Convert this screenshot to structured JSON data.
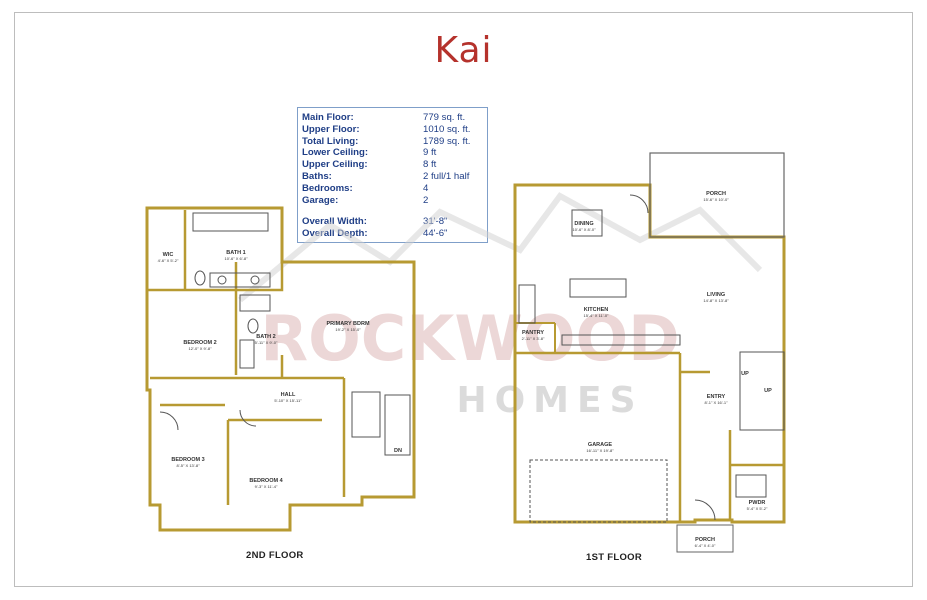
{
  "title": "Kai",
  "specs": [
    {
      "label": "Main Floor:",
      "value": "779 sq. ft."
    },
    {
      "label": "Upper Floor:",
      "value": "1010 sq. ft."
    },
    {
      "label": "Total Living:",
      "value": "1789 sq. ft."
    },
    {
      "label": "Lower Ceiling:",
      "value": "9 ft"
    },
    {
      "label": "Upper Ceiling:",
      "value": "8 ft"
    },
    {
      "label": "Baths:",
      "value": "2 full/1 half"
    },
    {
      "label": "Bedrooms:",
      "value": "4"
    },
    {
      "label": "Garage:",
      "value": "2"
    }
  ],
  "dims": [
    {
      "label": "Overall Width:",
      "value": "31'-8\""
    },
    {
      "label": "Overall Depth:",
      "value": "44'-6\""
    }
  ],
  "floors": {
    "second": "2ND FLOOR",
    "first": "1ST FLOOR"
  },
  "watermark": {
    "top": "ROCKWOOD",
    "bottom": "HOMES"
  },
  "second_floor_rooms": [
    {
      "name": "WIC",
      "dim": "4'-6\" X 5'-2\""
    },
    {
      "name": "BATH 1",
      "dim": "10'-6\" X 6'-8\""
    },
    {
      "name": "BEDROOM 2",
      "dim": "12'-0\" X 9'-8\""
    },
    {
      "name": "BATH 2",
      "dim": "5'-11\" X 9'-0\""
    },
    {
      "name": "PRIMARY BDRM",
      "dim": "19'-2\" X 15'-0\""
    },
    {
      "name": "HALL",
      "dim": "5'-10\" X 15'-11\""
    },
    {
      "name": "BEDROOM 3",
      "dim": "8'-5\" X 13'-8\""
    },
    {
      "name": "BEDROOM 4",
      "dim": "9'-3\" X 11'-4\""
    }
  ],
  "first_floor_rooms": [
    {
      "name": "PORCH",
      "dim": "15'-6\" X 10'-0\""
    },
    {
      "name": "DINING",
      "dim": "10'-6\" X 8'-0\""
    },
    {
      "name": "LIVING",
      "dim": "14'-8\" X 13'-8\""
    },
    {
      "name": "KITCHEN",
      "dim": "15'-4\" X 11'-0\""
    },
    {
      "name": "PANTRY",
      "dim": "2'-11\" X 3'-8\""
    },
    {
      "name": "GARAGE",
      "dim": "16'-11\" X 19'-8\""
    },
    {
      "name": "ENTRY",
      "dim": "8'-1\" X 16'-1\""
    },
    {
      "name": "PWDR",
      "dim": "5'-4\" X 5'-2\""
    },
    {
      "name": "PORCH",
      "dim": "6'-4\" X 4'-0\""
    }
  ],
  "stair_labels": {
    "dn": "DN",
    "up1": "UP",
    "up2": "UP"
  },
  "colors": {
    "title": "#b5322c",
    "specs": "#1f3e86",
    "wall": "#b79a32",
    "watermark": "#d7a7a7"
  }
}
